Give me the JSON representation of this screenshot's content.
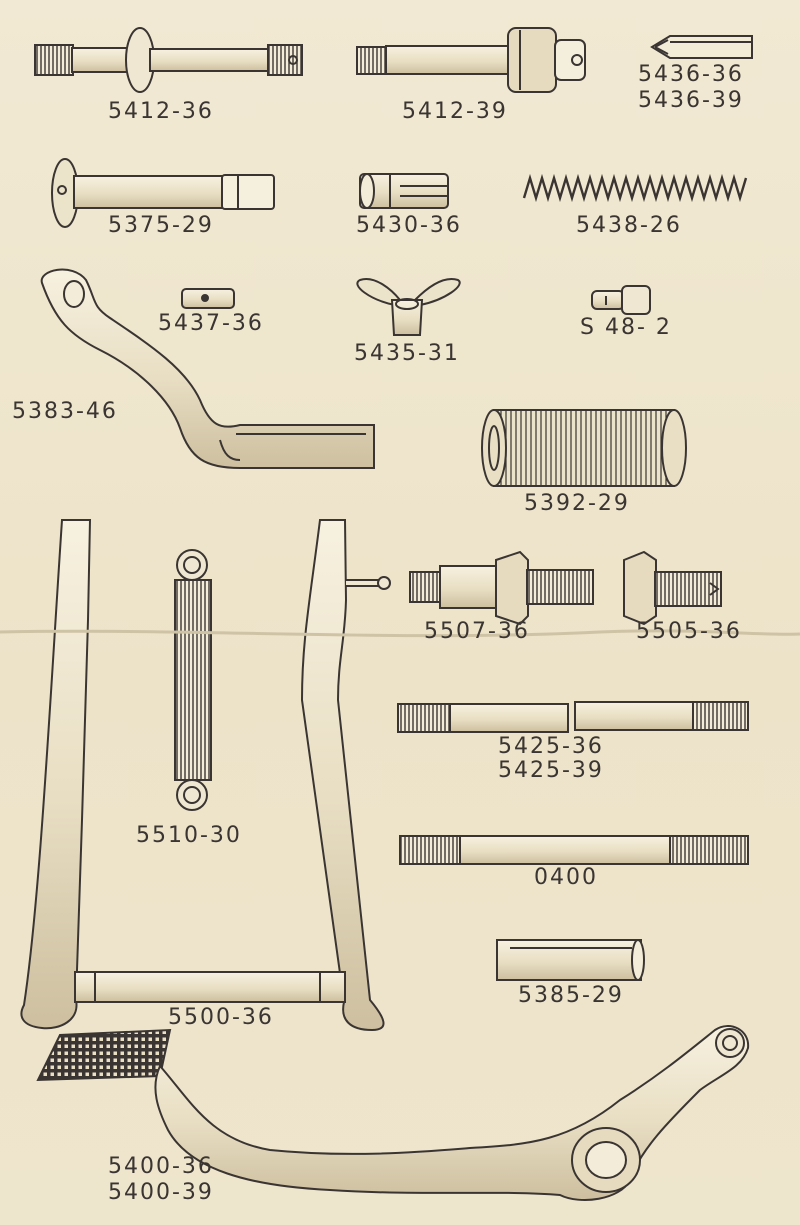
{
  "page": {
    "labels": {
      "p5412_36": "5412-36",
      "p5412_39": "5412-39",
      "p5436_36": "5436-36",
      "p5436_39": "5436-39",
      "p5375_29": "5375-29",
      "p5430_36": "5430-36",
      "p5438_26": "5438-26",
      "p5437_36": "5437-36",
      "p5435_31": "5435-31",
      "p548_2": "S 48- 2",
      "p5383_46": "5383-46",
      "p5392_29": "5392-29",
      "p5507_36": "5507-36",
      "p5505_36": "5505-36",
      "p5510_30": "5510-30",
      "p5425_36": "5425-36",
      "p5425_39": "5425-39",
      "p0400": "0400",
      "p5385_29": "5385-29",
      "p5500_36": "5500-36",
      "p5400_36": "5400-36",
      "p5400_39": "5400-39"
    },
    "colors": {
      "paper": "#efe6cf",
      "ink": "#3a3532",
      "fold": "#cfc3a6"
    }
  }
}
